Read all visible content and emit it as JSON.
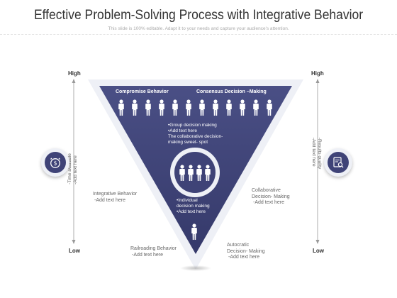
{
  "header": {
    "title": "Effective Problem-Solving Process with Integrative Behavior",
    "subtitle": "This slide is 100% editable. Adapt it to your needs and capture your audience's attention."
  },
  "axes": {
    "left_high": "High",
    "left_low": "Low",
    "right_high": "High",
    "right_low": "Low",
    "left_axis_text": [
      "-Time available",
      "-Add text here"
    ],
    "right_axis_text": [
      "-Results quality",
      "-Add text here"
    ]
  },
  "triangle": {
    "top_left_label": "Compromise Behavior",
    "top_right_label": "Consensus Decision –Making",
    "group_text": [
      "•Group decision making",
      "•Add text here",
      "The collaborative decision-",
      "making sweet- spot"
    ],
    "individual_text": [
      "•Individual",
      "decision making",
      "•Add text here"
    ]
  },
  "labels": {
    "integrative": {
      "title": "Integrative Behavior",
      "detail": "-Add text here"
    },
    "collaborative": {
      "title1": "Collaborative",
      "title2": "Decision- Making",
      "detail": "-Add text here"
    },
    "railroading": {
      "title": "Railroading Behavior",
      "detail": "-Add text here"
    },
    "autocratic": {
      "title1": "Autocratic",
      "title2": "Decision- Making",
      "detail": "-Add text here"
    }
  },
  "icons": {
    "left": "clock-dollar-icon",
    "right": "document-search-icon"
  },
  "colors": {
    "triangle": "#3f4377",
    "accent": "#3f4377",
    "frame": "#eef0f6"
  }
}
